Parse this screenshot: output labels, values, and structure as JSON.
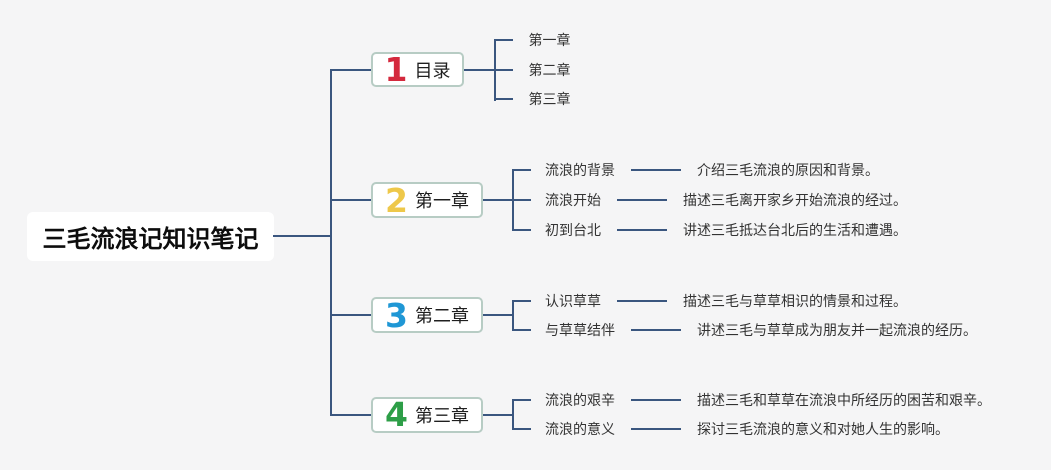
{
  "canvas": {
    "background": "#f5f5f6",
    "line_color": "#3a567f",
    "node_border_color": "#b7ccc4",
    "node_background": "#ffffff"
  },
  "root": {
    "label": "三毛流浪记知识笔记"
  },
  "branches": [
    {
      "num": "1",
      "num_color": "#d4293d",
      "label": "目录",
      "children": [
        {
          "label": "第一章"
        },
        {
          "label": "第二章"
        },
        {
          "label": "第三章"
        }
      ]
    },
    {
      "num": "2",
      "num_color": "#eec84a",
      "label": "第一章",
      "children": [
        {
          "label": "流浪的背景",
          "detail": "介绍三毛流浪的原因和背景。"
        },
        {
          "label": "流浪开始",
          "detail": "描述三毛离开家乡开始流浪的经过。"
        },
        {
          "label": "初到台北",
          "detail": "讲述三毛抵达台北后的生活和遭遇。"
        }
      ]
    },
    {
      "num": "3",
      "num_color": "#1f97d5",
      "label": "第二章",
      "children": [
        {
          "label": "认识草草",
          "detail": "描述三毛与草草相识的情景和过程。"
        },
        {
          "label": "与草草结伴",
          "detail": "讲述三毛与草草成为朋友并一起流浪的经历。"
        }
      ]
    },
    {
      "num": "4",
      "num_color": "#2d9e47",
      "label": "第三章",
      "children": [
        {
          "label": "流浪的艰辛",
          "detail": "描述三毛和草草在流浪中所经历的困苦和艰辛。"
        },
        {
          "label": "流浪的意义",
          "detail": "探讨三毛流浪的意义和对她人生的影响。"
        }
      ]
    }
  ]
}
